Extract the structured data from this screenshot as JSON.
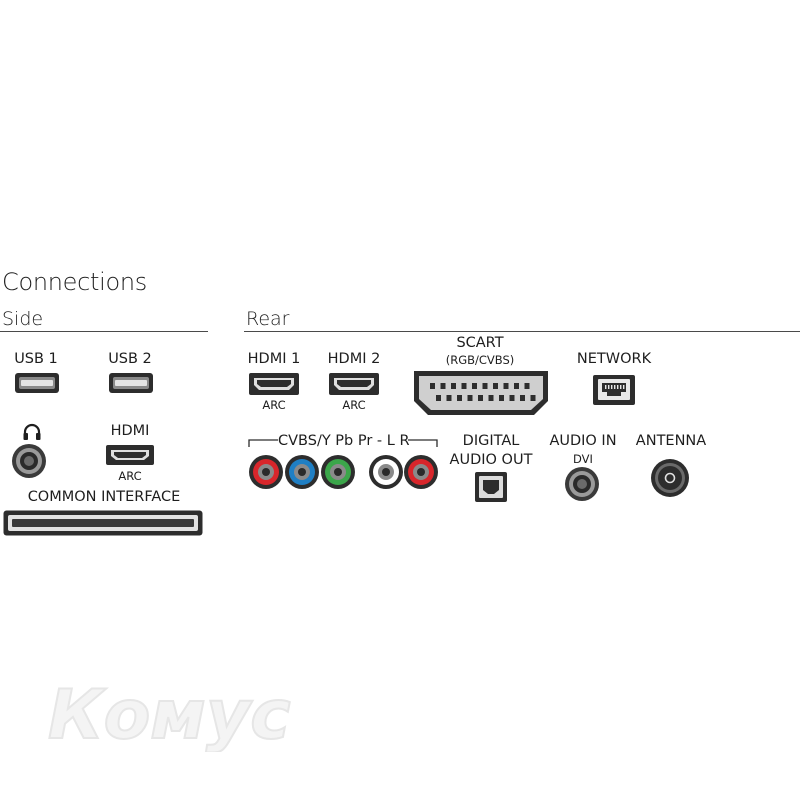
{
  "title": "Connections",
  "side": {
    "heading": "Side",
    "usb1": "USB 1",
    "usb2": "USB 2",
    "headphone_icon": "headphones-icon",
    "hdmi": "HDMI",
    "hdmi_sub": "ARC",
    "common_interface": "COMMON INTERFACE"
  },
  "rear": {
    "heading": "Rear",
    "hdmi1": "HDMI 1",
    "hdmi1_sub": "ARC",
    "hdmi2": "HDMI 2",
    "hdmi2_sub": "ARC",
    "scart": "SCART",
    "scart_sub": "(RGB/CVBS)",
    "network": "NETWORK",
    "component": "CVBS/Y Pb Pr - L R",
    "digital_audio_out_line1": "DIGITAL",
    "digital_audio_out_line2": "AUDIO OUT",
    "audio_in": "AUDIO IN",
    "audio_in_sub": "DVI",
    "antenna": "ANTENNA"
  },
  "watermark": "Комус",
  "colors": {
    "rca_red": "#d8262b",
    "rca_blue": "#1f7fc4",
    "rca_green": "#3ba64a",
    "rca_white": "#ffffff",
    "port_dark": "#2d2d2d",
    "port_mid": "#6a6a6a",
    "rule": "#4a4a4a"
  }
}
